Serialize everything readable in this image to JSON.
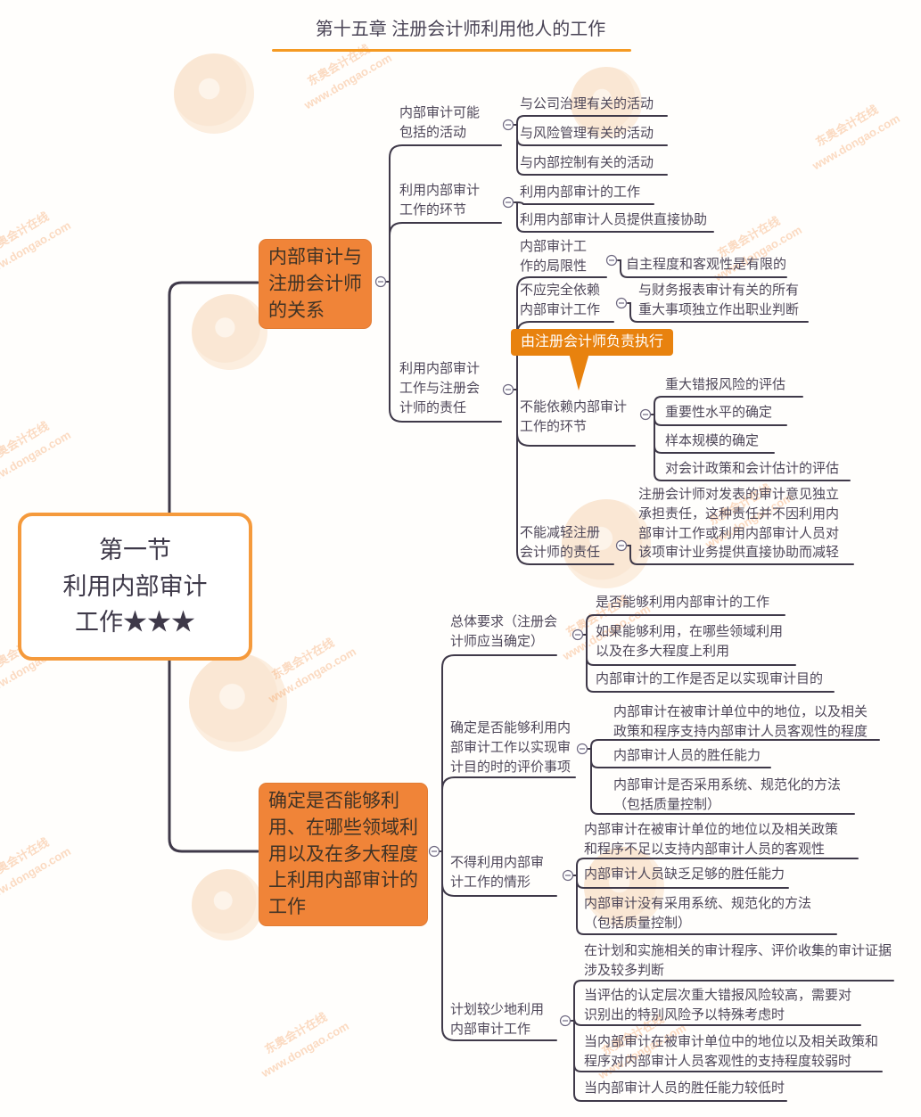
{
  "page_title": "第十五章 注册会计师利用他人的工作",
  "watermark": {
    "brand": "东奥会计在线",
    "url": "www.dongao.com"
  },
  "root": {
    "label": "第一节\n利用内部审计\n工作★★★"
  },
  "branch_relation": {
    "label": "内部审计与\n注册会计师\n的关系",
    "activities": {
      "label": "内部审计可能\n包括的活动",
      "children": [
        "与公司治理有关的活动",
        "与风险管理有关的活动",
        "与内部控制有关的活动"
      ]
    },
    "links": {
      "label": "利用内部审计\n工作的环节",
      "children": [
        "利用内部审计的工作",
        "利用内部审计人员提供直接协助"
      ]
    },
    "responsibility": {
      "label": "利用内部审计\n工作与注册会\n计师的责任",
      "limitation": {
        "label": "内部审计工\n作的局限性",
        "children": [
          "自主程度和客观性是有限的"
        ]
      },
      "no_full_reliance": {
        "label": "不应完全依赖\n内部审计工作",
        "children": [
          "与财务报表审计有关的所有\n重大事项独立作出职业判断"
        ]
      },
      "callout": "由注册会计师负责执行",
      "no_reliance_steps": {
        "label": "不能依赖内部审计\n工作的环节",
        "children": [
          "重大错报风险的评估",
          "重要性水平的确定",
          "样本规模的确定",
          "对会计政策和会计估计的评估"
        ]
      },
      "no_mitigation": {
        "label": "不能减轻注册\n会计师的责任",
        "children": [
          "注册会计师对发表的审计意见独立\n承担责任，这种责任并不因利用内\n部审计工作或利用内部审计人员对\n该项审计业务提供直接协助而减轻"
        ]
      }
    }
  },
  "branch_determination": {
    "label": "确定是否能够利\n用、在哪些领域利\n用以及在多大程度\n上利用内部审计的\n工作",
    "overall": {
      "label": "总体要求（注册会\n计师应当确定）",
      "children": [
        "是否能够利用内部审计的工作",
        "如果能够利用，在哪些领域利用\n以及在多大程度上利用",
        "内部审计的工作是否足以实现审计目的"
      ]
    },
    "evaluation": {
      "label": "确定是否能够利用内\n部审计工作以实现审\n计目的时的评价事项",
      "children": [
        "内部审计在被审计单位中的地位，以及相关\n政策和程序支持内部审计人员客观性的程度",
        "内部审计人员的胜任能力",
        "内部审计是否采用系统、规范化的方法\n（包括质量控制）"
      ]
    },
    "prohibited": {
      "label": "不得利用内部审\n计工作的情形",
      "children": [
        "内部审计在被审计单位的地位以及相关政策\n和程序不足以支持内部审计人员的客观性",
        "内部审计人员缺乏足够的胜任能力",
        "内部审计没有采用系统、规范化的方法\n（包括质量控制）"
      ]
    },
    "less_use": {
      "label": "计划较少地利用\n内部审计工作",
      "children": [
        "在计划和实施相关的审计程序、评价收集的审计证据\n涉及较多判断",
        "当评估的认定层次重大错报风险较高，需要对\n识别出的特别风险予以特殊考虑时",
        "当内部审计在被审计单位中的地位以及相关政策和\n程序对内部审计人员客观性的支持程度较弱时",
        "当内部审计人员的胜任能力较低时"
      ]
    }
  }
}
